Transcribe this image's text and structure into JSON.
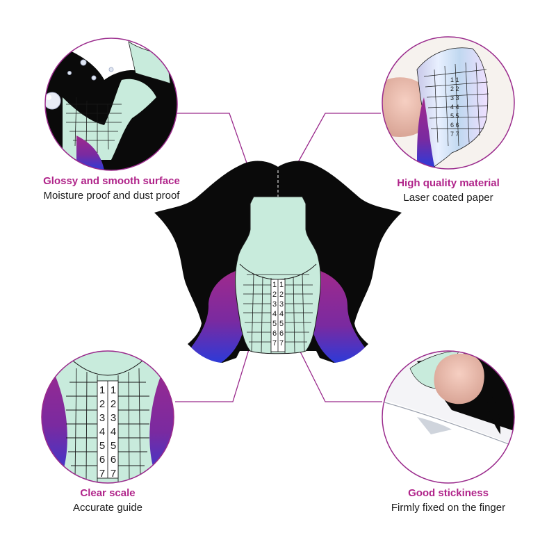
{
  "features": {
    "glossy": {
      "title": "Glossy and smooth surface",
      "desc": "Moisture proof and dust proof"
    },
    "quality": {
      "title": "High quality material",
      "desc": "Laser coated paper"
    },
    "scale": {
      "title": "Clear scale",
      "desc": "Accurate guide"
    },
    "sticky": {
      "title": "Good stickiness",
      "desc": "Firmly fixed on the finger"
    }
  },
  "scale_numbers": [
    "1",
    "2",
    "3",
    "4",
    "5",
    "6",
    "7"
  ],
  "colors": {
    "accent": "#9a2a8c",
    "title": "#b0248a",
    "form_black": "#0a0a0a",
    "form_mint": "#c8ebdc",
    "holo_purple": "#8a2a9a",
    "holo_blue": "#3a3ad0"
  },
  "icons": [
    "nail-form-graphic",
    "water-droplet-icon",
    "finger-icon"
  ]
}
